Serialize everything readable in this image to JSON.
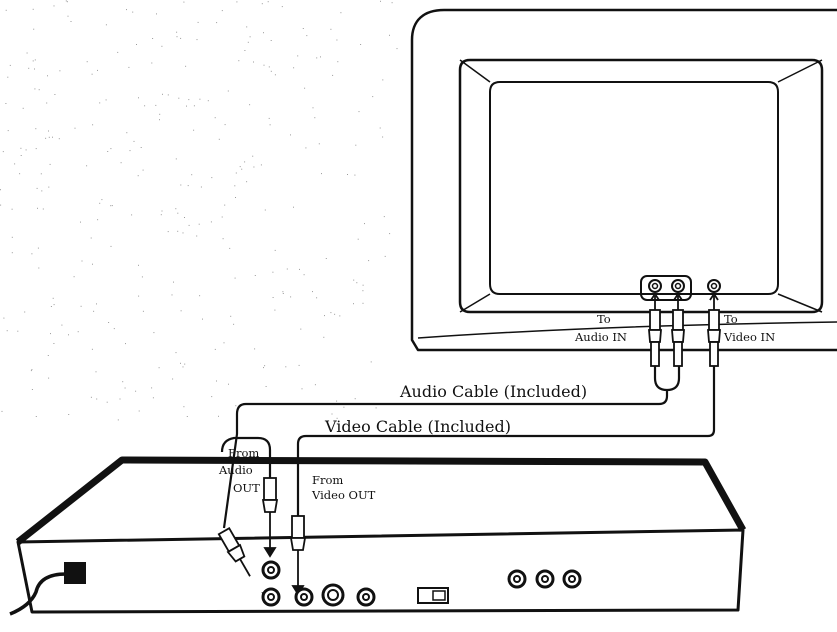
{
  "labels": {
    "to_audio_in": [
      "To",
      "Audio IN"
    ],
    "to_video_in": [
      "To",
      "Video IN"
    ],
    "audio_cable": "Audio Cable (Included)",
    "video_cable": "Video Cable (Included)",
    "from_audio_out": [
      "From",
      "Audio",
      "OUT"
    ],
    "from_video_out": [
      "From",
      "Video OUT"
    ]
  },
  "colors": {
    "line": "#111111",
    "background": "#ffffff",
    "dots": "#9a9a9a"
  }
}
